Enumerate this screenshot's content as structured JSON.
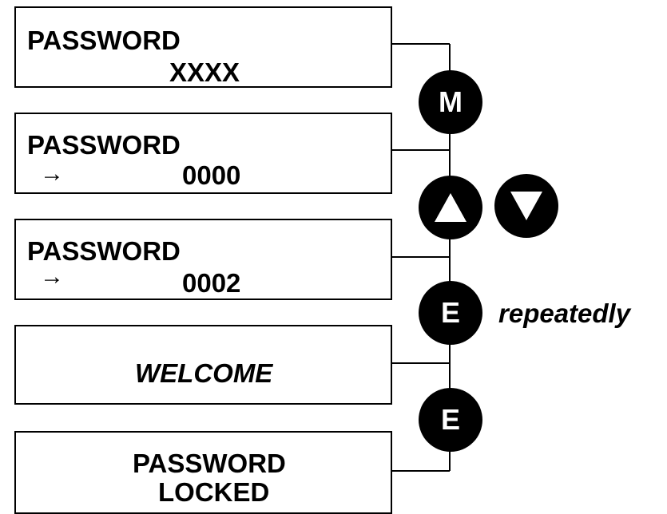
{
  "screens": [
    {
      "line1": "PASSWORD",
      "line2": "XXXX"
    },
    {
      "line1": "PASSWORD",
      "arrow": "→",
      "line2": "0000"
    },
    {
      "line1": "PASSWORD",
      "arrow": "→",
      "line2": "0002"
    },
    {
      "line1": "WELCOME"
    },
    {
      "line1": "PASSWORD",
      "line2": "LOCKED"
    }
  ],
  "keys": {
    "menu": {
      "label": "M",
      "icon": "menu-key"
    },
    "up": {
      "icon": "up-triangle-icon"
    },
    "down": {
      "icon": "down-triangle-icon"
    },
    "enter1": {
      "label": "E",
      "icon": "enter-key"
    },
    "enter2": {
      "label": "E",
      "icon": "enter-key"
    }
  },
  "note": "repeatedly"
}
